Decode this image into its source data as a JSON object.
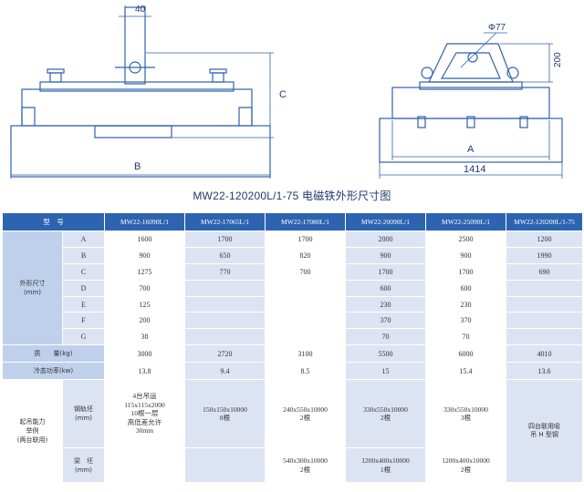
{
  "drawing": {
    "dim_40": "40",
    "dim_c": "C",
    "dim_b": "B",
    "dim_phi77": "Φ77",
    "dim_200": "200",
    "dim_a": "A",
    "dim_1414": "1414"
  },
  "caption": "MW22-120200L/1-75 电磁铁外形尺寸图",
  "table": {
    "header_label": "型　号",
    "models": [
      "MW22-16090L/1",
      "MW22-17065L/1",
      "MW22-17080L/1",
      "MW22-20090L/1",
      "MW22-25090L/1",
      "MW22-120200L/1-75"
    ],
    "dims_group_label": "外形尺寸\n(mm)",
    "dim_rows": [
      {
        "key": "A",
        "values": [
          "1600",
          "1700",
          "1700",
          "2000",
          "2500",
          "1200"
        ]
      },
      {
        "key": "B",
        "values": [
          "900",
          "650",
          "820",
          "900",
          "900",
          "1990"
        ]
      },
      {
        "key": "C",
        "values": [
          "1275",
          "770",
          "700",
          "1700",
          "1700",
          "690"
        ]
      },
      {
        "key": "D",
        "values": [
          "700",
          "",
          "",
          "600",
          "600",
          ""
        ]
      },
      {
        "key": "E",
        "values": [
          "125",
          "",
          "",
          "230",
          "230",
          ""
        ]
      },
      {
        "key": "F",
        "values": [
          "200",
          "",
          "",
          "370",
          "370",
          ""
        ]
      },
      {
        "key": "G",
        "values": [
          "38",
          "",
          "",
          "70",
          "70",
          ""
        ]
      }
    ],
    "weight_label": "质　　量(kg)",
    "weight_values": [
      "3000",
      "2720",
      "3100",
      "5500",
      "6000",
      "4010"
    ],
    "power_label": "冷态功率(kw)",
    "power_values": [
      "13.8",
      "9.4",
      "8.5",
      "15",
      "15.4",
      "13.6"
    ],
    "lift_group_label": "起吊能力\n举例\n(两台联用)",
    "rail_label": "钢轨坯\n(mm)",
    "rail_values": [
      "4台吊运\n115x115x2000\n10根一层\n高低差允许\n30mm",
      "150x150x10000\n8根",
      "240x550x10000\n2根",
      "330x550x10000\n2根",
      "330x550x10000\n3根"
    ],
    "last_cell": "四台联用吸\n吊 H 型钢",
    "beam_label": "梁　坯\n(mm)",
    "beam_values": [
      "",
      "",
      "540x300x10000\n2根",
      "1200x400x10000\n1根",
      "1200x400x10000\n2根"
    ]
  }
}
